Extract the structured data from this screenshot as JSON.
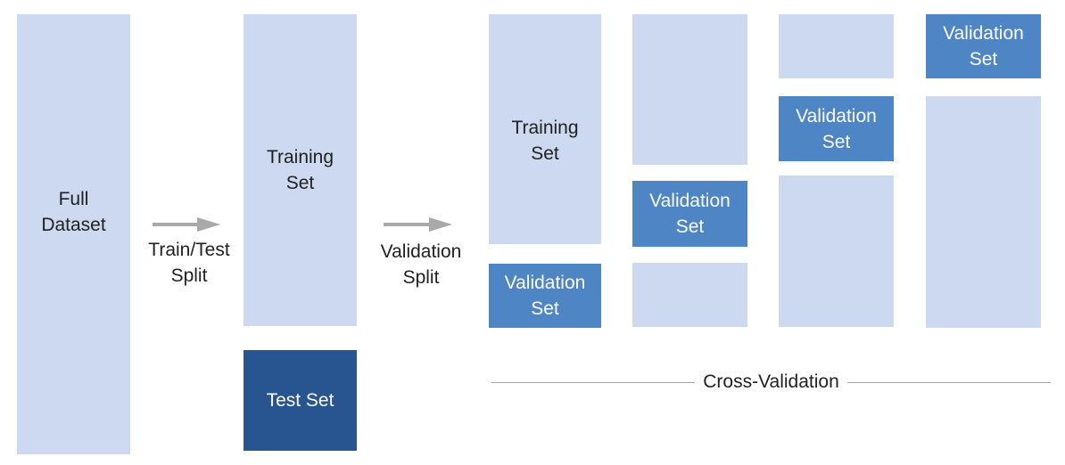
{
  "palette": {
    "light_blue": "#ccd9f1",
    "medium_blue": "#4e85c4",
    "dark_blue": "#285590",
    "arrow_gray": "#a9a9a9",
    "divider_gray": "#a6a6a6",
    "text_dark": "#212121",
    "text_light": "#ffffff"
  },
  "full_dataset": {
    "label": "Full Dataset"
  },
  "arrows": {
    "train_test": {
      "label": "Train/Test Split",
      "icon": "arrow-right-icon"
    },
    "validation": {
      "label": "Validation Split",
      "icon": "arrow-right-icon"
    }
  },
  "training_set": {
    "label": "Training Set"
  },
  "test_set": {
    "label": "Test Set"
  },
  "cross_validation": {
    "title": "Cross-Validation",
    "folds": [
      {
        "training_label": "Training Set",
        "validation_label": "Validation Set",
        "validation_position": "bottom",
        "segments": [
          "training",
          "validation"
        ]
      },
      {
        "validation_label": "Validation Set",
        "validation_position": "middle-lower",
        "segments": [
          "training",
          "validation",
          "training"
        ]
      },
      {
        "validation_label": "Validation Set",
        "validation_position": "middle-upper",
        "segments": [
          "training",
          "validation",
          "training"
        ]
      },
      {
        "validation_label": "Validation Set",
        "validation_position": "top",
        "segments": [
          "validation",
          "training"
        ]
      }
    ]
  }
}
